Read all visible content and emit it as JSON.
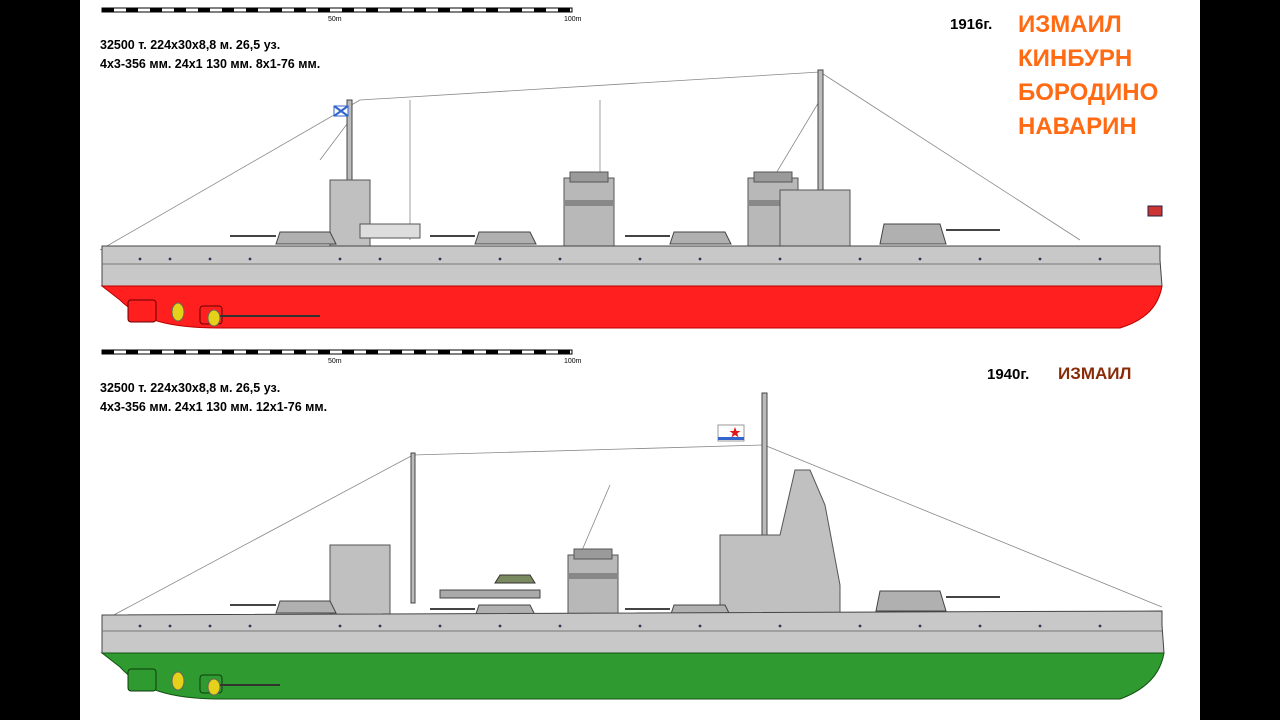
{
  "ships": [
    {
      "scale": {
        "mark1": "50m",
        "mark2": "100m"
      },
      "specs": [
        "32500 т.  224х30х8,8 м.  26,5 уз.",
        "4х3-356 мм. 24х1 130 мм.   8х1-76 мм."
      ],
      "year": "1916г.",
      "names": [
        "ИЗМАИЛ",
        "КИНБУРН",
        "БОРОДИНО",
        "НАВАРИН"
      ],
      "hull_below_color": "#ff1f1f"
    },
    {
      "scale": {
        "mark1": "50m",
        "mark2": "100m"
      },
      "specs": [
        "32500 т.  224х30х8,8 м.  26,5 уз.",
        "4х3-356 мм. 24х1 130 мм. 12х1-76 мм."
      ],
      "year": "1940г.",
      "names": [
        "ИЗМАИЛ"
      ],
      "hull_below_color": "#2f9a2f"
    }
  ],
  "colors": {
    "hull_gray": "#c8c8c8",
    "name_orange": "#ff6a13",
    "name_brown": "#8a2b08",
    "background": "#ffffff"
  }
}
